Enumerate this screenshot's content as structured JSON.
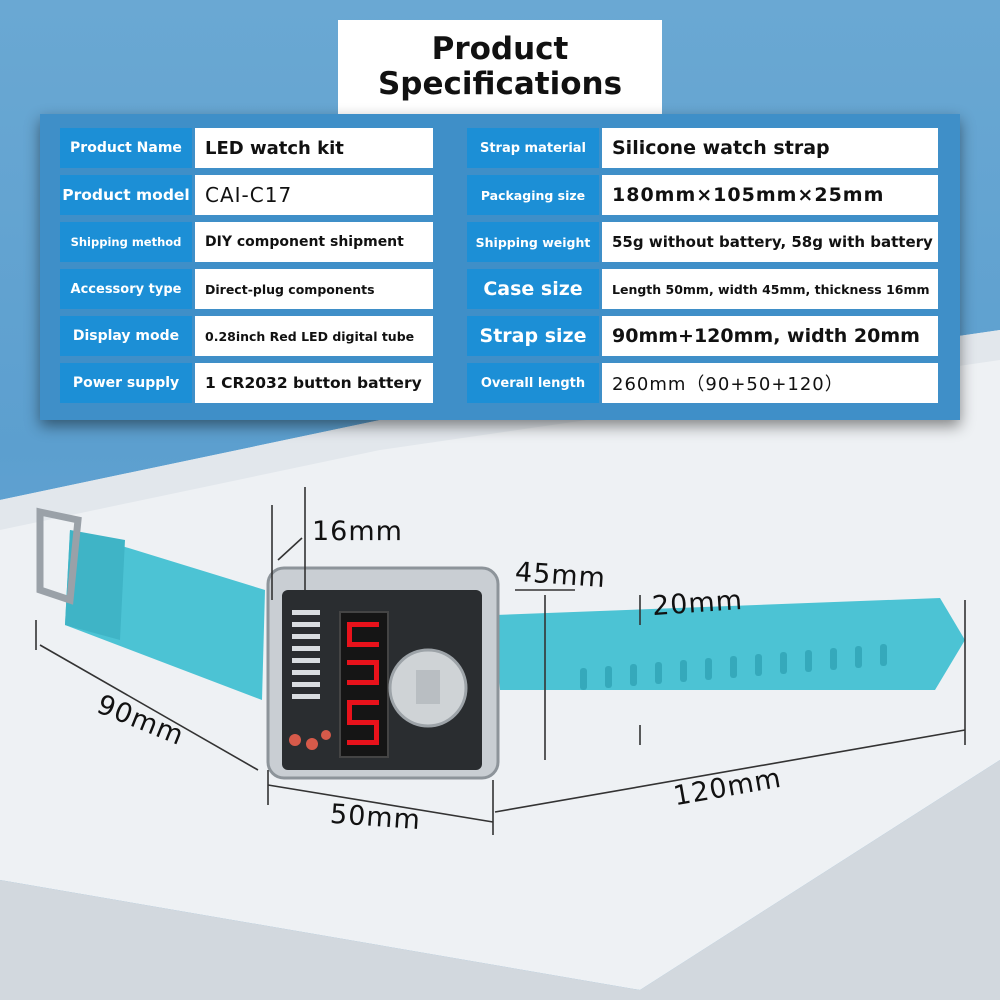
{
  "title": {
    "line1": "Product",
    "line2": "Specifications"
  },
  "specs_left": [
    {
      "label": "Product Name",
      "value": "LED watch kit"
    },
    {
      "label": "Product model",
      "value": "CAI-C17"
    },
    {
      "label": "Shipping method",
      "value": "DIY component shipment"
    },
    {
      "label": "Accessory type",
      "value": "Direct-plug components"
    },
    {
      "label": "Display mode",
      "value": "0.28inch Red LED digital tube"
    },
    {
      "label": "Power supply",
      "value": "1 CR2032 button battery"
    }
  ],
  "specs_right": [
    {
      "label": "Strap material",
      "value": "Silicone watch strap"
    },
    {
      "label": "Packaging size",
      "value": "180mm×105mm×25mm"
    },
    {
      "label": "Shipping weight",
      "value": "55g without battery, 58g with battery"
    },
    {
      "label": "Case size",
      "value": "Length 50mm, width 45mm, thickness 16mm"
    },
    {
      "label": "Strap size",
      "value": "90mm+120mm, width 20mm"
    },
    {
      "label": "Overall length",
      "value": "260mm（90+50+120）"
    }
  ],
  "dimensions": {
    "thickness": "16mm",
    "width": "45mm",
    "strap_width": "20mm",
    "left_strap": "90mm",
    "case_length": "50mm",
    "right_strap": "120mm"
  },
  "colors": {
    "label_bg": "#1c8fd6",
    "panel_bg": "#3f8fc8",
    "strap": "#4cc3d4",
    "led": "#e8121b"
  }
}
